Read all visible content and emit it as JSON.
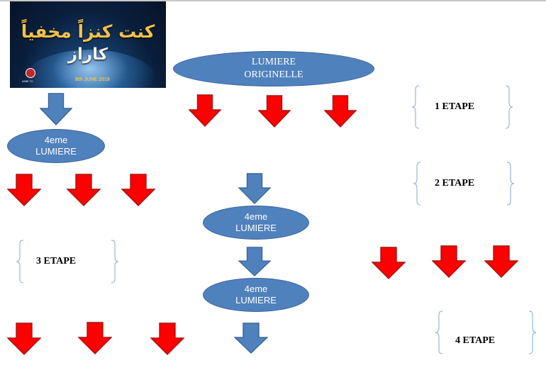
{
  "banner": {
    "title_line1": "کنت کنزاً مخفیاً",
    "title_line2": "کاراز",
    "date": "8th JUNE 2019",
    "logo_text": "AHBI TV"
  },
  "nodes": {
    "lumiere_originelle": {
      "line1": "LUMIERE",
      "line2": "ORIGINELLE"
    },
    "lumiere_left": {
      "line1": "4eme",
      "line2": "LUMIERE"
    },
    "lumiere_center1": {
      "line1": "4eme",
      "line2": "LUMIERE"
    },
    "lumiere_center2": {
      "line1": "4eme",
      "line2": "LUMIERE"
    }
  },
  "etapes": {
    "e1": "1 ETAPE",
    "e2": "2 ETAPE",
    "e3": "3 ETAPE",
    "e4": "4 ETAPE"
  },
  "colors": {
    "blue": "#4f81bd",
    "blue_border": "#3a6496",
    "red": "#ff0000",
    "red_border": "#a31515",
    "brace": "#9bb7d4"
  }
}
